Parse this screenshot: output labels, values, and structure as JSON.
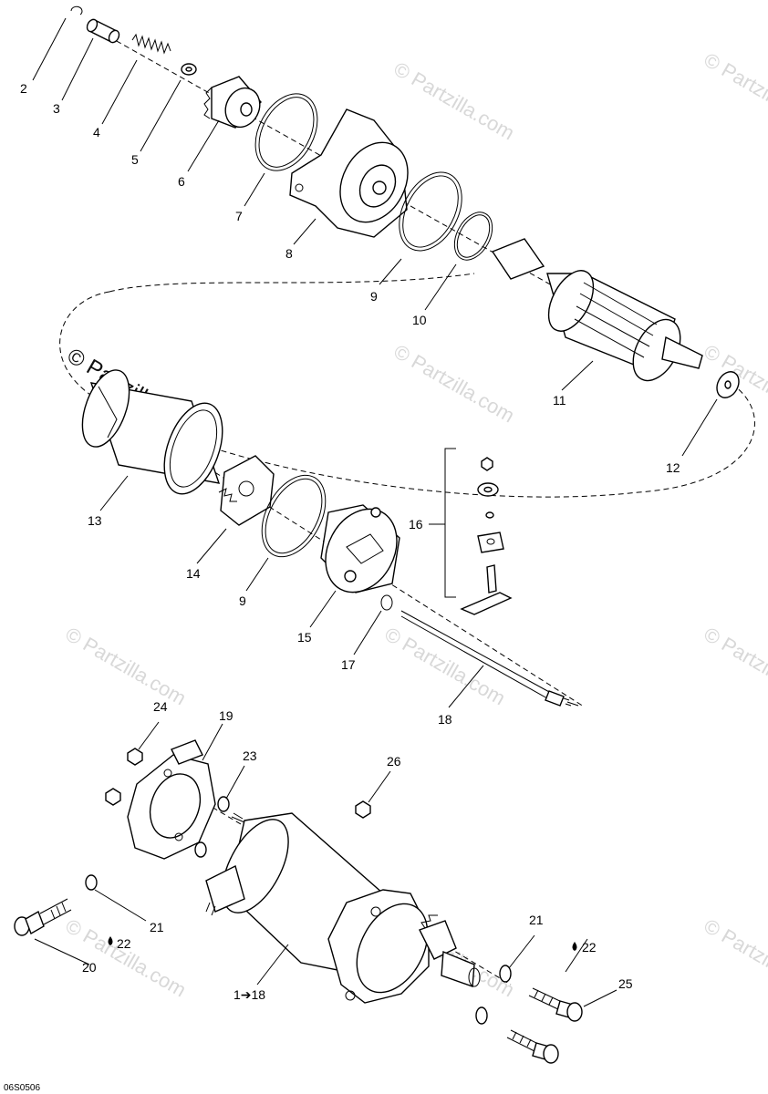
{
  "watermark": "© Partzilla.com",
  "diagram_code": "06S0506",
  "labels": {
    "p2": "2",
    "p3": "3",
    "p4": "4",
    "p5": "5",
    "p6": "6",
    "p7": "7",
    "p8": "8",
    "p9a": "9",
    "p10": "10",
    "p11": "11",
    "p12": "12",
    "p13": "13",
    "p14": "14",
    "p9b": "9",
    "p15": "15",
    "p16": "16",
    "p17": "17",
    "p18": "18",
    "p19": "19",
    "p20": "20",
    "p21a": "21",
    "p22a": "22",
    "p21b": "21",
    "p22b": "22",
    "p23": "23",
    "p24": "24",
    "p25": "25",
    "p26": "26",
    "p1to18": "1➔18"
  }
}
